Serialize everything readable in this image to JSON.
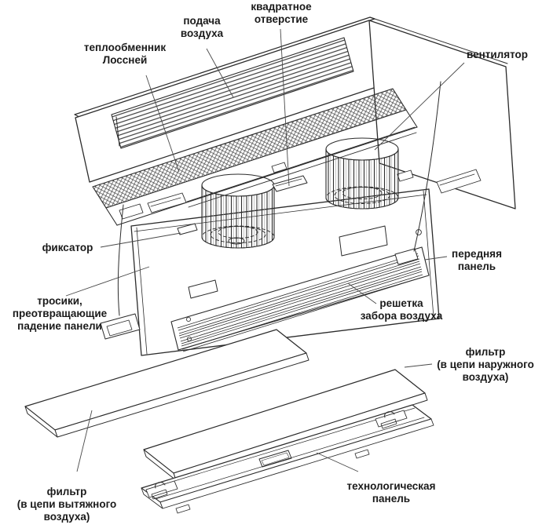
{
  "figure_type": "exploded-view-diagram",
  "colors": {
    "background": "#ffffff",
    "line": "#2b2b2b",
    "label_text": "#1a1a1a",
    "leader_line": "#4a4a4a"
  },
  "labels": {
    "square_hole": [
      "квадратное",
      "отверстие"
    ],
    "air_supply": [
      "подача",
      "воздуха"
    ],
    "heat_exchanger": [
      "теплообменник",
      "Лоссней"
    ],
    "fan": [
      "вентилятор"
    ],
    "fixator": [
      "фиксатор"
    ],
    "front_panel": [
      "передняя",
      "панель"
    ],
    "safety_cables": [
      "тросики,",
      "преотвращающие",
      "падение панели"
    ],
    "intake_grille": [
      "решетка",
      "забора воздуха"
    ],
    "filter_outdoor": [
      "фильтр",
      "(в цепи наружного",
      "воздуха)"
    ],
    "filter_exhaust": [
      "фильтр",
      "(в цепи вытяжного",
      "воздуха)"
    ],
    "service_panel": [
      "технологическая",
      "панель"
    ]
  }
}
